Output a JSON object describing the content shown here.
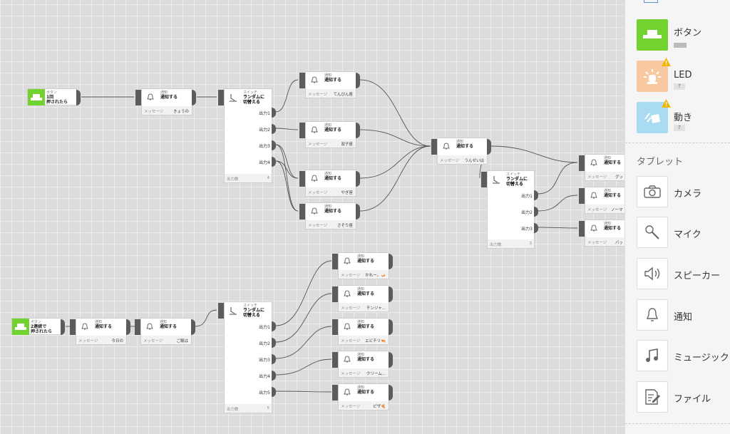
{
  "canvas": {
    "flow_a": {
      "button": {
        "category": "ボタン",
        "title_1": "1回",
        "title_2": "押されたら"
      },
      "notify1": {
        "category": "通知",
        "title": "通知する",
        "msg_label": "メッセージ",
        "msg_value": "きょうの"
      },
      "switch": {
        "category": "スイッチ",
        "title_1": "ランダムに",
        "title_2": "切替える",
        "outputs": [
          "出力1",
          "出力2",
          "出力3",
          "出力4"
        ],
        "count_label": "出力数",
        "count": "4"
      },
      "notifies": [
        {
          "category": "通知",
          "title": "通知する",
          "msg_label": "メッセージ",
          "msg_value": "てんびん座"
        },
        {
          "category": "通知",
          "title": "通知する",
          "msg_label": "メッセージ",
          "msg_value": "双子座"
        },
        {
          "category": "通知",
          "title": "通知する",
          "msg_label": "メッセージ",
          "msg_value": "やぎ座"
        },
        {
          "category": "通知",
          "title": "通知する",
          "msg_label": "メッセージ",
          "msg_value": "さそり座"
        }
      ],
      "notify_fortune": {
        "category": "通知",
        "title": "通知する",
        "msg_label": "メッセージ",
        "msg_value": "うんせいは"
      },
      "switch2": {
        "category": "スイッチ",
        "title_1": "ランダムに",
        "title_2": "切替える",
        "outputs": [
          "出力1",
          "出力2",
          "出力3"
        ],
        "count_label": "出力数",
        "count": "3"
      },
      "results": [
        {
          "category": "通知",
          "title": "通知する",
          "msg_label": "メッセージ",
          "msg_value": "グッ"
        },
        {
          "category": "通知",
          "title": "通知する",
          "msg_label": "メッセージ",
          "msg_value": "ノーマ"
        },
        {
          "category": "通知",
          "title": "通知する",
          "msg_label": "メッセージ",
          "msg_value": "バッ"
        }
      ]
    },
    "flow_b": {
      "button": {
        "category": "ボタン",
        "title_1": "2連続で",
        "title_2": "押されたら"
      },
      "notify1": {
        "category": "通知",
        "title": "通知する",
        "msg_label": "メッセージ",
        "msg_value": "今日の"
      },
      "notify2": {
        "category": "通知",
        "title": "通知する",
        "msg_label": "メッセージ",
        "msg_value": "ご飯は"
      },
      "switch": {
        "category": "スイッチ",
        "title_1": "ランダムに",
        "title_2": "切替える",
        "outputs": [
          "出力1",
          "出力2",
          "出力3",
          "出力4",
          "出力5"
        ],
        "count_label": "出力数",
        "count": "5"
      },
      "notifies": [
        {
          "category": "通知",
          "title": "通知する",
          "msg_label": "メッセージ",
          "msg_value": "かれー。🍛"
        },
        {
          "category": "通知",
          "title": "通知する",
          "msg_label": "メッセージ",
          "msg_value": "チンジャ..."
        },
        {
          "category": "通知",
          "title": "通知する",
          "msg_label": "メッセージ",
          "msg_value": "エビチリ🦐"
        },
        {
          "category": "通知",
          "title": "通知する",
          "msg_label": "メッセージ",
          "msg_value": "クリーム..."
        },
        {
          "category": "通知",
          "title": "通知する",
          "msg_label": "メッセージ",
          "msg_value": "ピザ🍕"
        }
      ]
    }
  },
  "sidebar": {
    "devices": [
      {
        "label": "ボタン",
        "icon": "button-icon",
        "color": "#72d22f"
      },
      {
        "label": "LED",
        "icon": "led-icon",
        "color": "#f8c9a0",
        "status": "?"
      },
      {
        "label": "動き",
        "icon": "motion-icon",
        "color": "#a9dcf3",
        "status": "?"
      }
    ],
    "section_title": "タブレット",
    "tablet": [
      {
        "label": "カメラ",
        "icon": "camera-icon"
      },
      {
        "label": "マイク",
        "icon": "mic-icon"
      },
      {
        "label": "スピーカー",
        "icon": "speaker-icon"
      },
      {
        "label": "通知",
        "icon": "bell-icon"
      },
      {
        "label": "ミュージック",
        "icon": "music-icon"
      },
      {
        "label": "ファイル",
        "icon": "file-icon"
      }
    ]
  },
  "colors": {
    "button_green": "#72d22f",
    "led_orange": "#f8c9a0",
    "motion_blue": "#a9dcf3",
    "port_gray": "#5c5c5c",
    "wire": "#555555"
  }
}
